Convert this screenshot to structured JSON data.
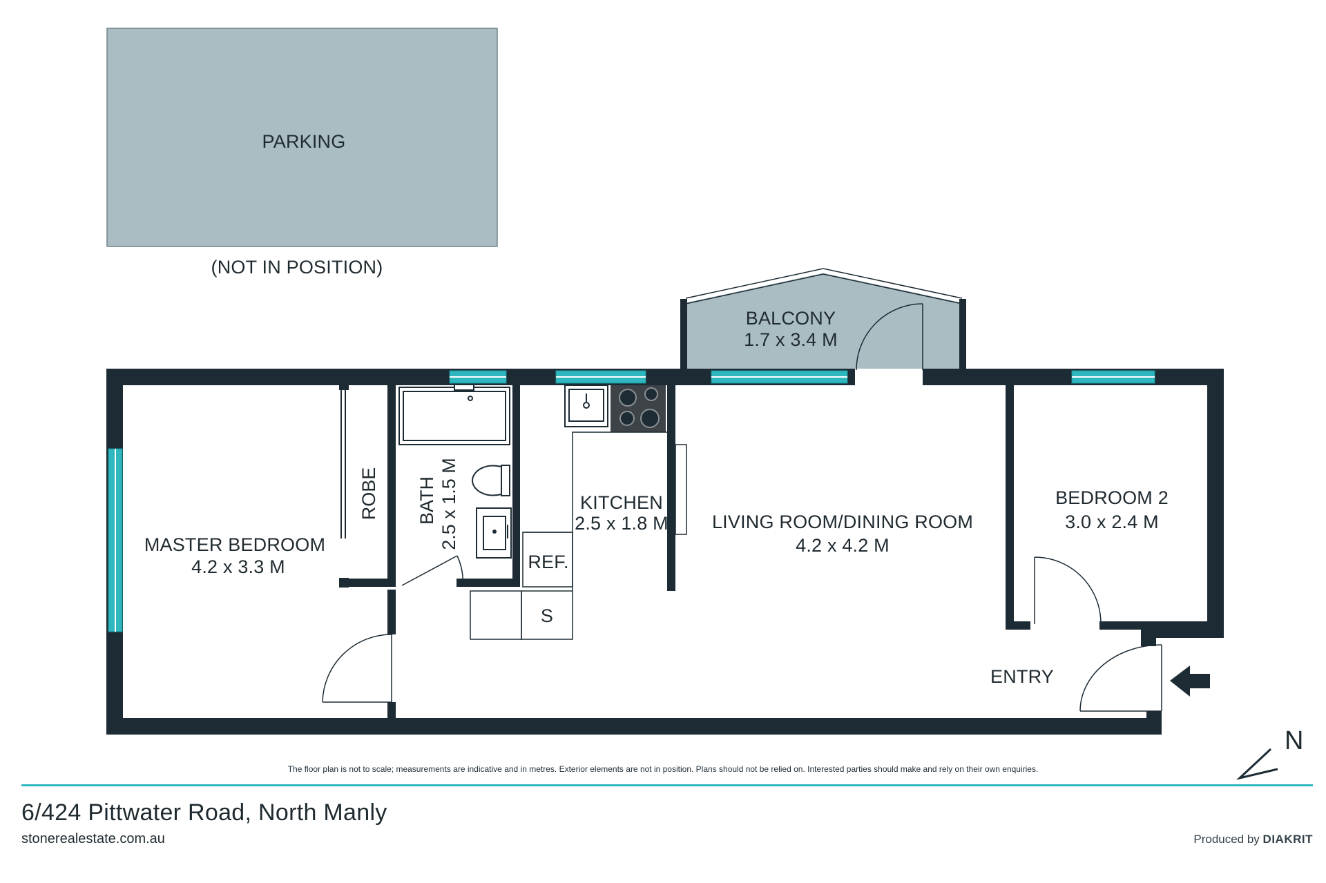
{
  "parking": {
    "label": "PARKING",
    "note": "(NOT IN POSITION)"
  },
  "rooms": {
    "balcony": {
      "name": "BALCONY",
      "size": "1.7 x 3.4 M"
    },
    "robe": {
      "name": "ROBE"
    },
    "bath": {
      "name": "BATH",
      "size": "2.5 x 1.5 M"
    },
    "kitchen": {
      "name": "KITCHEN",
      "size": "2.5 x 1.8 M"
    },
    "ref": {
      "name": "REF."
    },
    "storage": {
      "name": "S"
    },
    "living": {
      "name": "LIVING ROOM/DINING ROOM",
      "size": "4.2 x 4.2 M"
    },
    "bedroom2": {
      "name": "BEDROOM 2",
      "size": "3.0 x 2.4 M"
    },
    "master": {
      "name": "MASTER BEDROOM",
      "size": "4.2 x 3.3 M"
    },
    "entry": {
      "name": "ENTRY"
    }
  },
  "north": "N",
  "disclaimer": "The floor plan is not to scale; measurements are indicative and in metres. Exterior elements are not in position. Plans should not be relied on. Interested parties should make and rely on their own enquiries.",
  "footer": {
    "address": "6/424 Pittwater Road, North Manly",
    "website": "stonerealestate.com.au",
    "produced_by": "Produced by",
    "brand": "DIAKRIT"
  },
  "colors": {
    "wall": "#1d2b34",
    "window": "#2fb7bf",
    "exterior_fill": "#a9bdc3",
    "accent_rule": "#2fb7bf"
  }
}
